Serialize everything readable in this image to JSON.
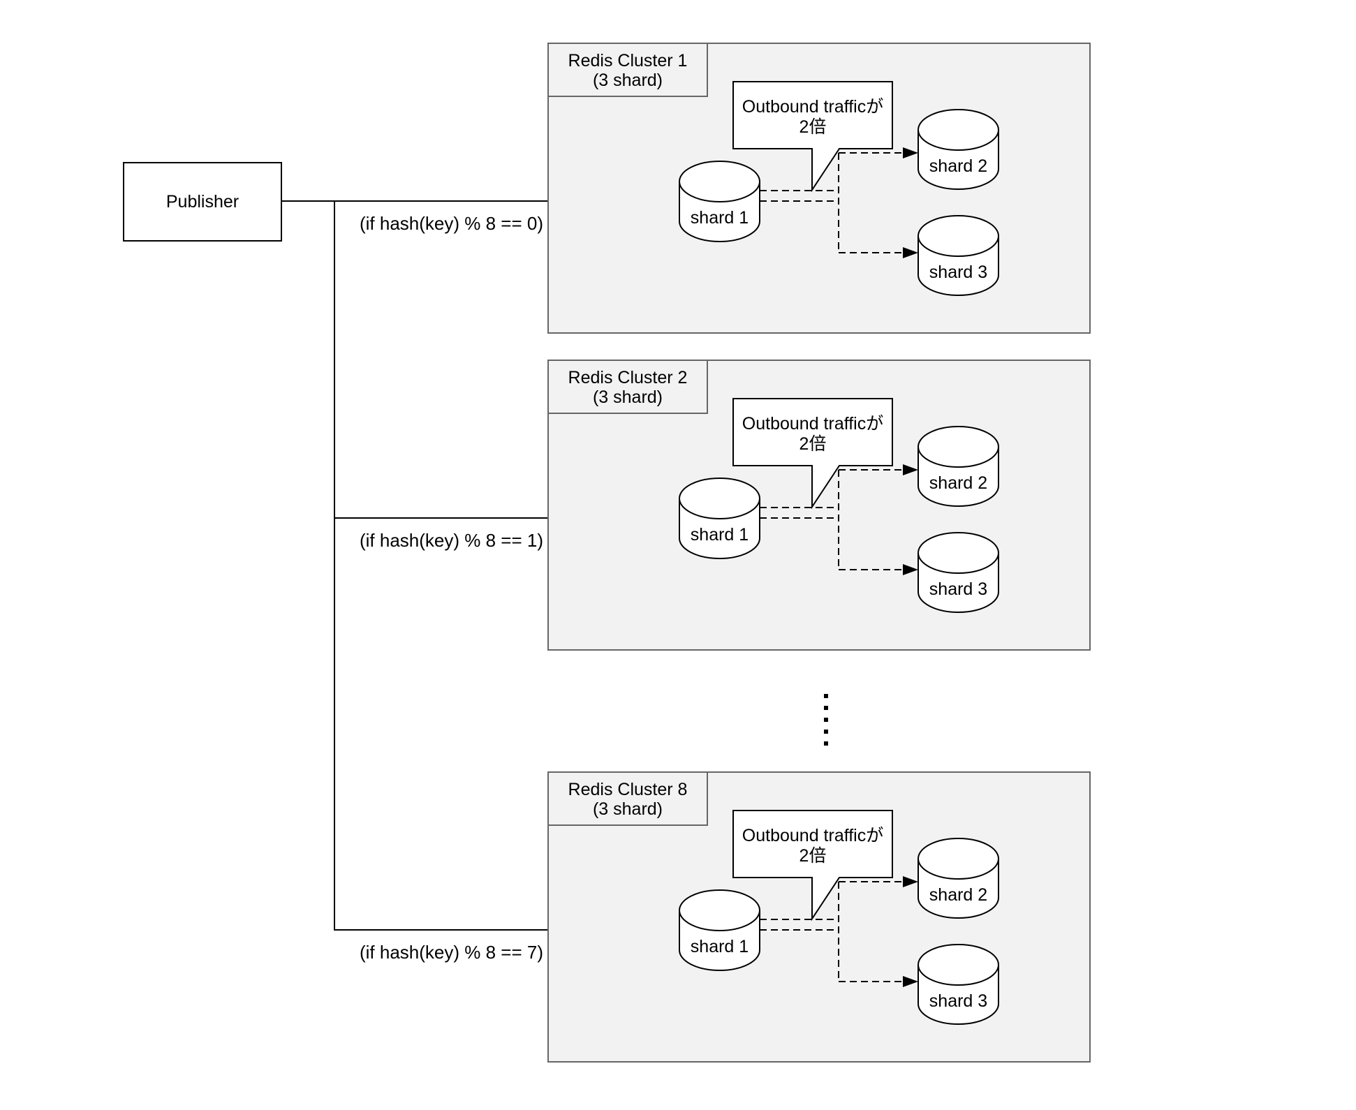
{
  "publisher": {
    "label": "Publisher"
  },
  "branches": [
    {
      "label": "(if hash(key) % 8 == 0)"
    },
    {
      "label": "(if hash(key) % 8 == 1)"
    },
    {
      "label": "(if hash(key) % 8 == 7)"
    }
  ],
  "clusters": [
    {
      "title": "Redis Cluster 1",
      "subtitle": "(3 shard)",
      "callout_line1": "Outbound trafficが",
      "callout_line2": "2倍",
      "shards": [
        {
          "label": "shard 1"
        },
        {
          "label": "shard 2"
        },
        {
          "label": "shard 3"
        }
      ]
    },
    {
      "title": "Redis Cluster 2",
      "subtitle": "(3 shard)",
      "callout_line1": "Outbound trafficが",
      "callout_line2": "2倍",
      "shards": [
        {
          "label": "shard 1"
        },
        {
          "label": "shard 2"
        },
        {
          "label": "shard 3"
        }
      ]
    },
    {
      "title": "Redis Cluster 8",
      "subtitle": "(3 shard)",
      "callout_line1": "Outbound trafficが",
      "callout_line2": "2倍",
      "shards": [
        {
          "label": "shard 1"
        },
        {
          "label": "shard 2"
        },
        {
          "label": "shard 3"
        }
      ]
    }
  ],
  "colors": {
    "cluster_fill": "#f2f2f2",
    "cluster_border": "#666666",
    "node_fill": "#ffffff",
    "stroke": "#000000",
    "background": "#ffffff"
  }
}
